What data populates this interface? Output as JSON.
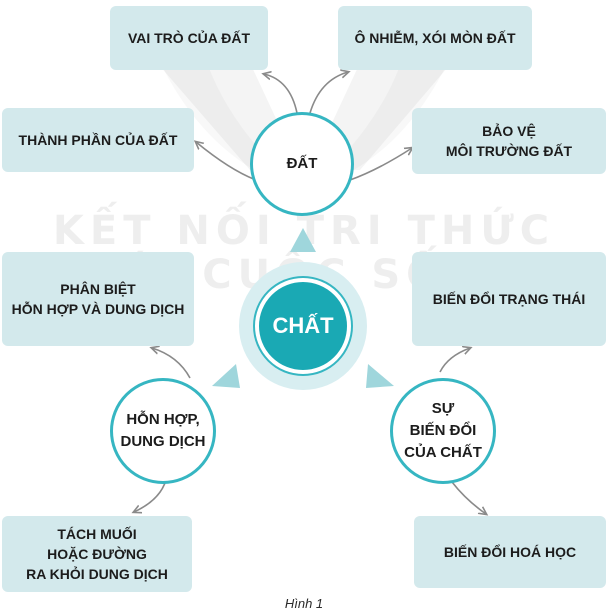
{
  "watermark": {
    "line1": "KẾT NỐI TRI THỨC",
    "line2": "VỚI CUỘC SỐNG"
  },
  "center": {
    "label": "CHẤT"
  },
  "hubs": {
    "dat": "ĐẤT",
    "hon_hop": "HỖN HỢP,\nDUNG DỊCH",
    "bien_doi": "SỰ\nBIẾN ĐỔI\nCỦA CHẤT"
  },
  "boxes": {
    "vai_tro": "VAI TRÒ CỦA ĐẤT",
    "o_nhiem": "Ô NHIỄM, XÓI MÒN ĐẤT",
    "thanh_phan": "THÀNH PHẦN CỦA ĐẤT",
    "bao_ve": "BẢO VỆ\nMÔI TRƯỜNG ĐẤT",
    "phan_biet": "PHÂN BIỆT\nHỖN HỢP VÀ DUNG DỊCH",
    "bien_doi_trang_thai": "BIẾN ĐỔI TRẠNG THÁI",
    "tach_muoi": "TÁCH MUỐI\nHOẶC ĐƯỜNG\nRA KHỎI DUNG DỊCH",
    "bien_doi_hoa_hoc": "BIẾN ĐỔI HOÁ HỌC"
  },
  "caption": "Hình 1",
  "colors": {
    "accent": "#36b6c2",
    "center_disk": "#1aa9b4",
    "box_fill": "#d3e9ec",
    "arrow": "#8a8a8a",
    "triangle": "#9fd6dc"
  }
}
